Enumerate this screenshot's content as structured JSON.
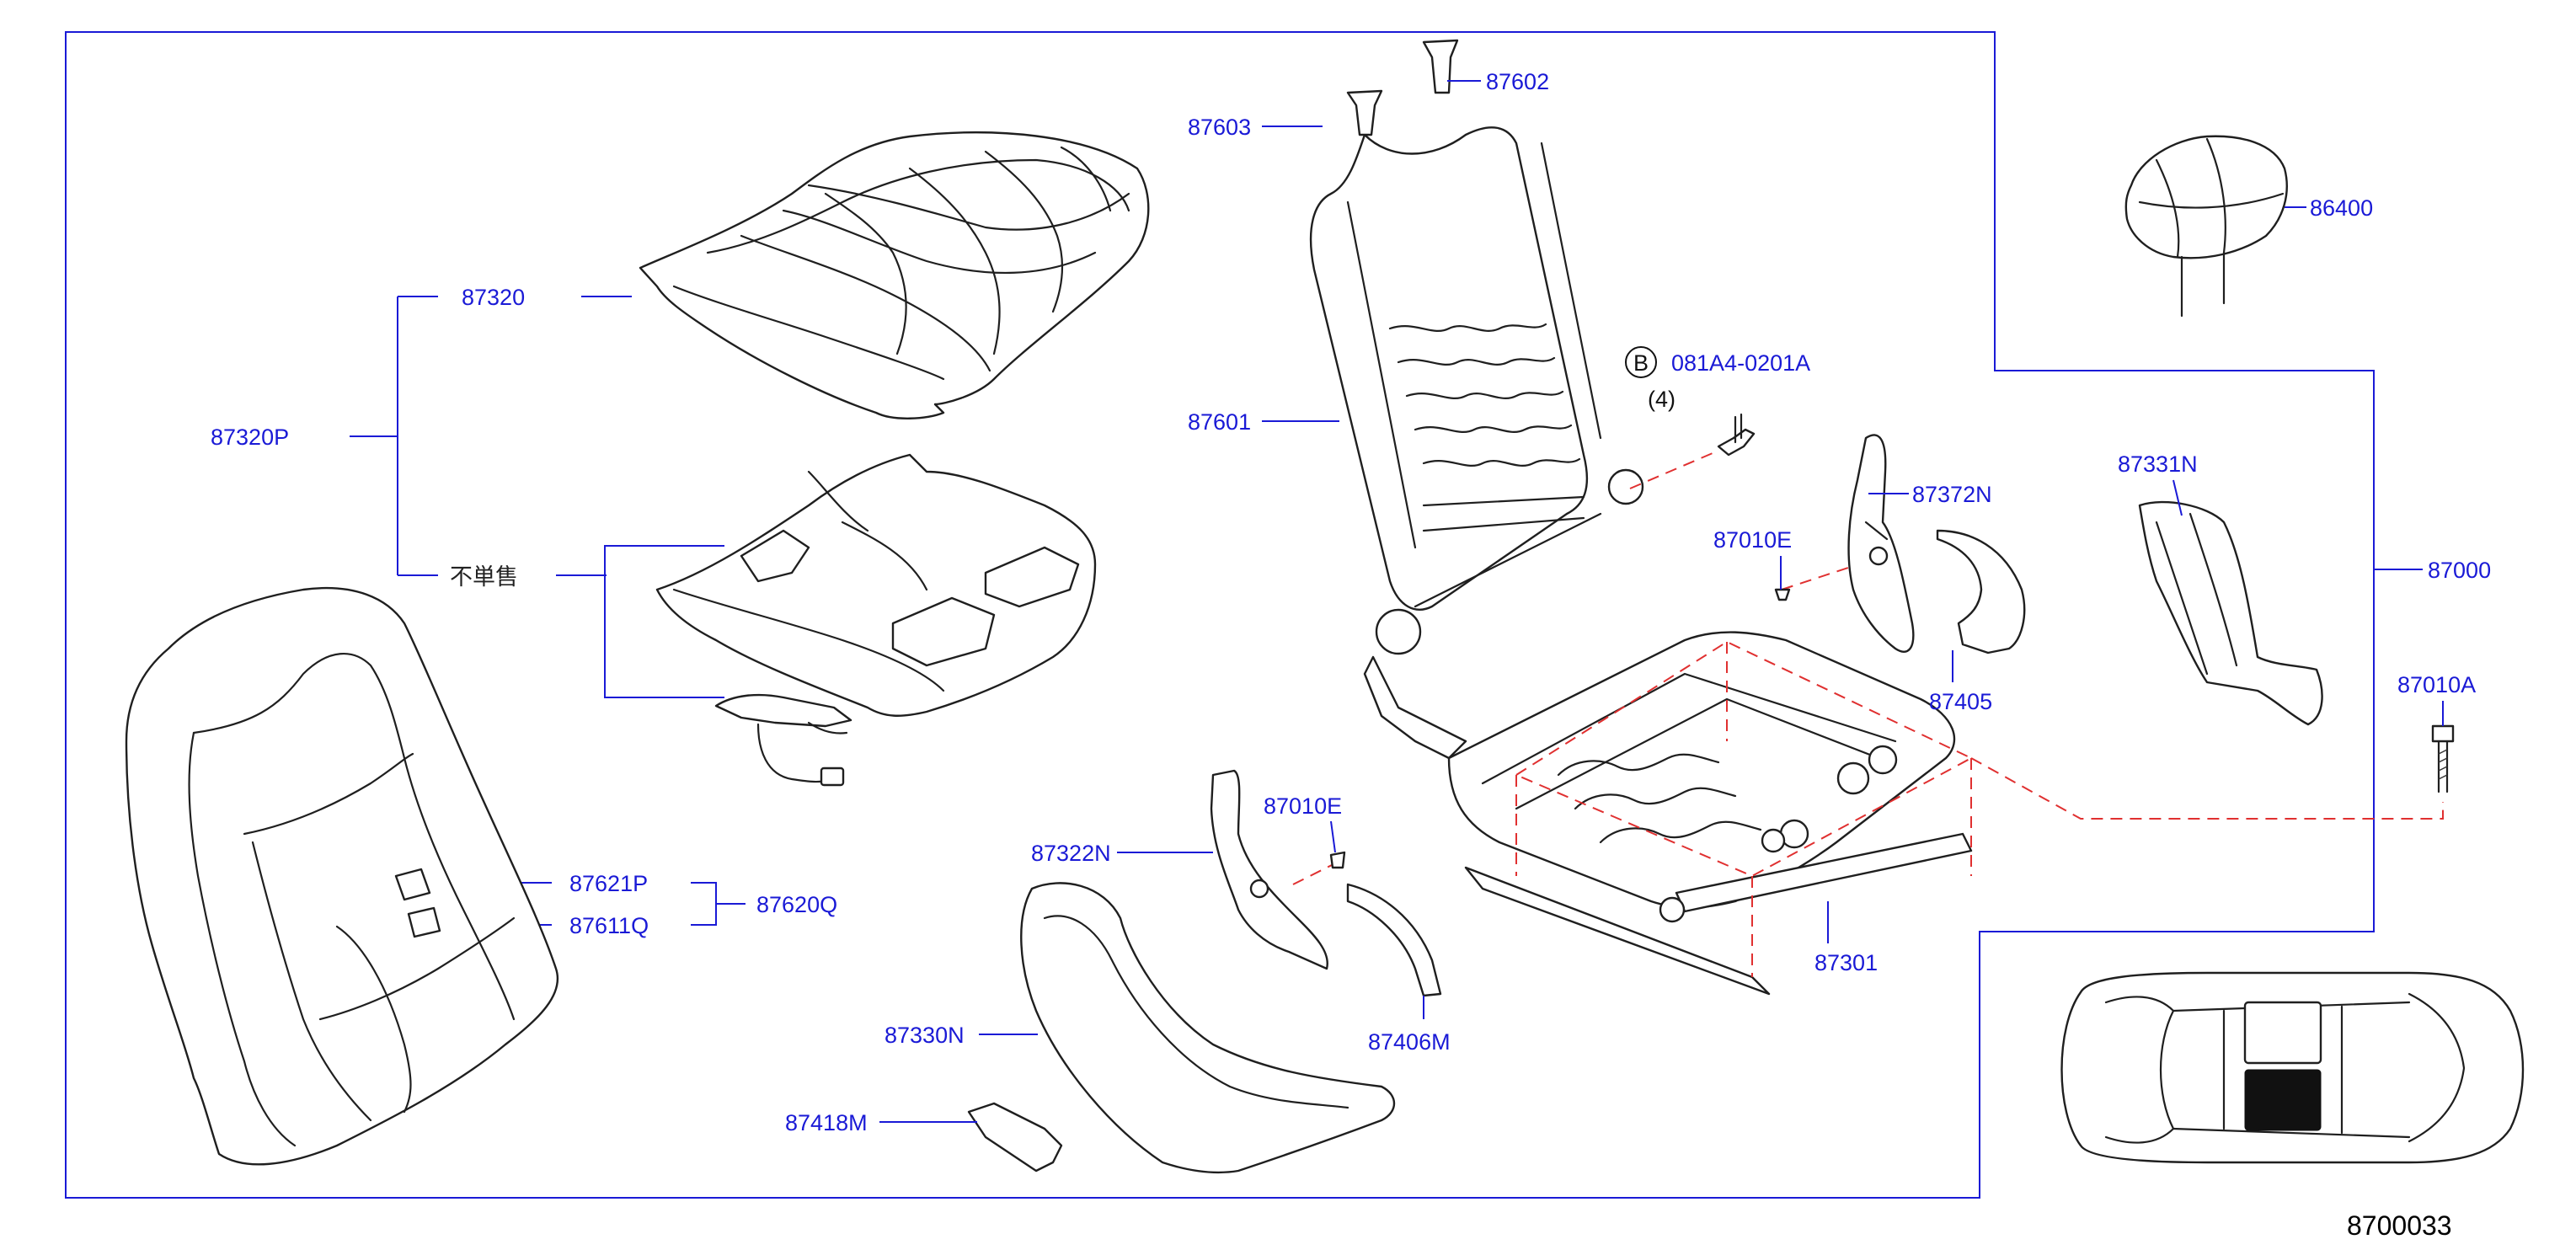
{
  "diagram_code": "8700033",
  "not_sold_label": "不単售",
  "bolt_spec": {
    "circle_letter": "B",
    "part": "081A4-0201A",
    "qty": "(4)"
  },
  "parts": {
    "p87320": "87320",
    "p87320P": "87320P",
    "p87621P": "87621P",
    "p87611Q": "87611Q",
    "p87620Q": "87620Q",
    "p87603": "87603",
    "p87602": "87602",
    "p87601": "87601",
    "p87322N": "87322N",
    "p87010E_a": "87010E",
    "p87010E_b": "87010E",
    "p87330N": "87330N",
    "p87406M": "87406M",
    "p87418M": "87418M",
    "p86400": "86400",
    "p87372N": "87372N",
    "p87331N": "87331N",
    "p87000": "87000",
    "p87405": "87405",
    "p87010A": "87010A",
    "p87301": "87301"
  }
}
